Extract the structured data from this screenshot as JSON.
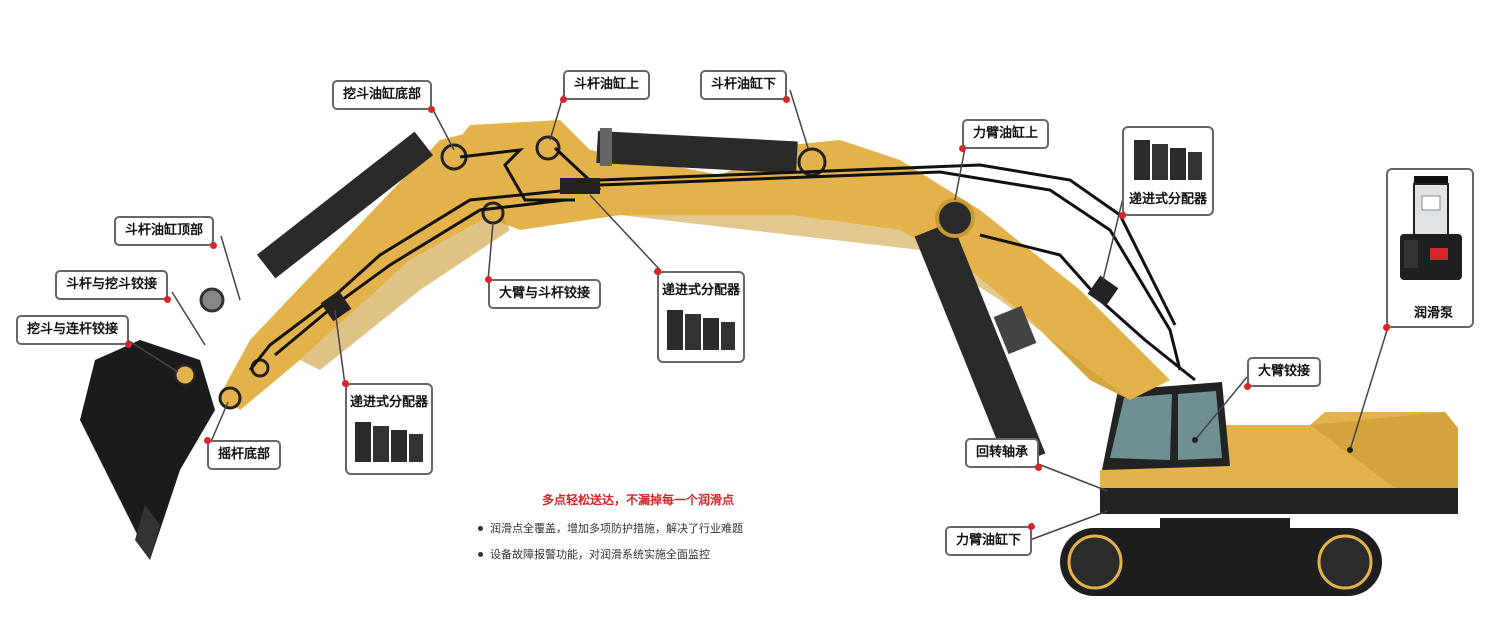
{
  "callouts": {
    "bucket_cyl_base": "挖斗油缸底部",
    "arm_cyl_top_label": "斗杆油缸上",
    "arm_cyl_bottom": "斗杆油缸下",
    "boom_cyl_top": "力臂油缸上",
    "arm_cyl_head": "斗杆油缸顶部",
    "arm_bucket_hinge": "斗杆与挖斗铰接",
    "bucket_link_hinge": "挖斗与连杆铰接",
    "boom_arm_hinge": "大臂与斗杆铰接",
    "rocker_base": "摇杆底部",
    "boom_hinge": "大臂铰接",
    "slew_bearing": "回转轴承",
    "boom_cyl_bottom": "力臂油缸下"
  },
  "distributors": {
    "left": "递进式分配器",
    "middle": "递进式分配器",
    "right": "递进式分配器"
  },
  "pump": {
    "label": "润滑泵"
  },
  "note": {
    "headline": "多点轻松送达，不漏掉每一个润滑点",
    "items": [
      "润滑点全覆盖，增加多项防护措施，解决了行业难题",
      "设备故障报警功能，对润滑系统实施全面监控"
    ]
  },
  "colors": {
    "body_yellow": "#e3b24a",
    "body_shade": "#c99a33",
    "dark": "#2a2a2a",
    "accent_red": "#d6262c"
  }
}
